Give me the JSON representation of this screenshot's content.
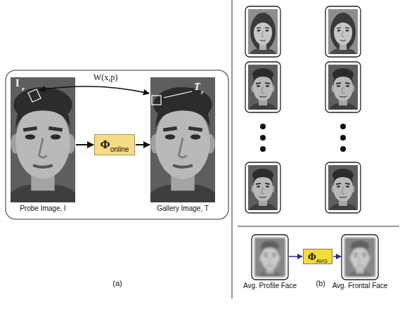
{
  "diagram": {
    "nodes": [
      {
        "text": [
          "Probe Image, I"
        ]
      },
      {
        "text": [
          "Φ",
          "online"
        ]
      },
      {
        "text": [
          "Gallery Image, T"
        ]
      },
      {
        "text": [
          "Avg. Profile Face"
        ]
      },
      {
        "text": [
          "Φ",
          "AVG"
        ]
      },
      {
        "text": [
          "Avg. Frontal Face"
        ]
      }
    ],
    "edges": [
      {
        "from": 0,
        "to": 1,
        "arrow": "to"
      },
      {
        "from": 1,
        "to": 2,
        "arrow": "to"
      },
      {
        "from": 3,
        "to": 4,
        "arrow": "to"
      },
      {
        "from": 4,
        "to": 5,
        "arrow": "to"
      }
    ],
    "labels": [
      "W(x,p)",
      "I",
      "r",
      "T",
      "r",
      "(a)",
      "(b)"
    ]
  }
}
